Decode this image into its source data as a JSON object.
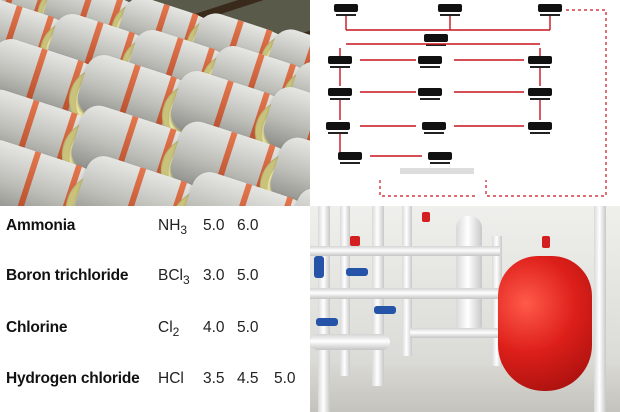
{
  "panels": {
    "cylinders_photo": {
      "subject": "stacked gas cylinders with yellow caps in a rack"
    },
    "supply_diagram": {
      "accent": "#c8141e"
    },
    "boiler_photo": {
      "subject": "boiler room with white pipes, blue valves and red expansion tank"
    }
  },
  "gases": [
    {
      "name": "Ammonia",
      "formula_base": "NH",
      "formula_sub": "3",
      "grades": [
        "5.0",
        "6.0",
        ""
      ]
    },
    {
      "name": "Boron trichloride",
      "formula_base": "BCl",
      "formula_sub": "3",
      "grades": [
        "3.0",
        "5.0",
        ""
      ]
    },
    {
      "name": "Chlorine",
      "formula_base": "Cl",
      "formula_sub": "2",
      "grades": [
        "4.0",
        "5.0",
        ""
      ]
    },
    {
      "name": "Hydrogen chloride",
      "formula_base": "HCl",
      "formula_sub": "",
      "grades": [
        "3.5",
        "4.5",
        "5.0"
      ]
    }
  ],
  "colors": {
    "diagram_red": "#c8141e",
    "cylinder_cap": "#eeeaa6",
    "cylinder_band": "#d8633b",
    "tank_red": "#dd1f1a",
    "valve_blue": "#2553a8"
  }
}
